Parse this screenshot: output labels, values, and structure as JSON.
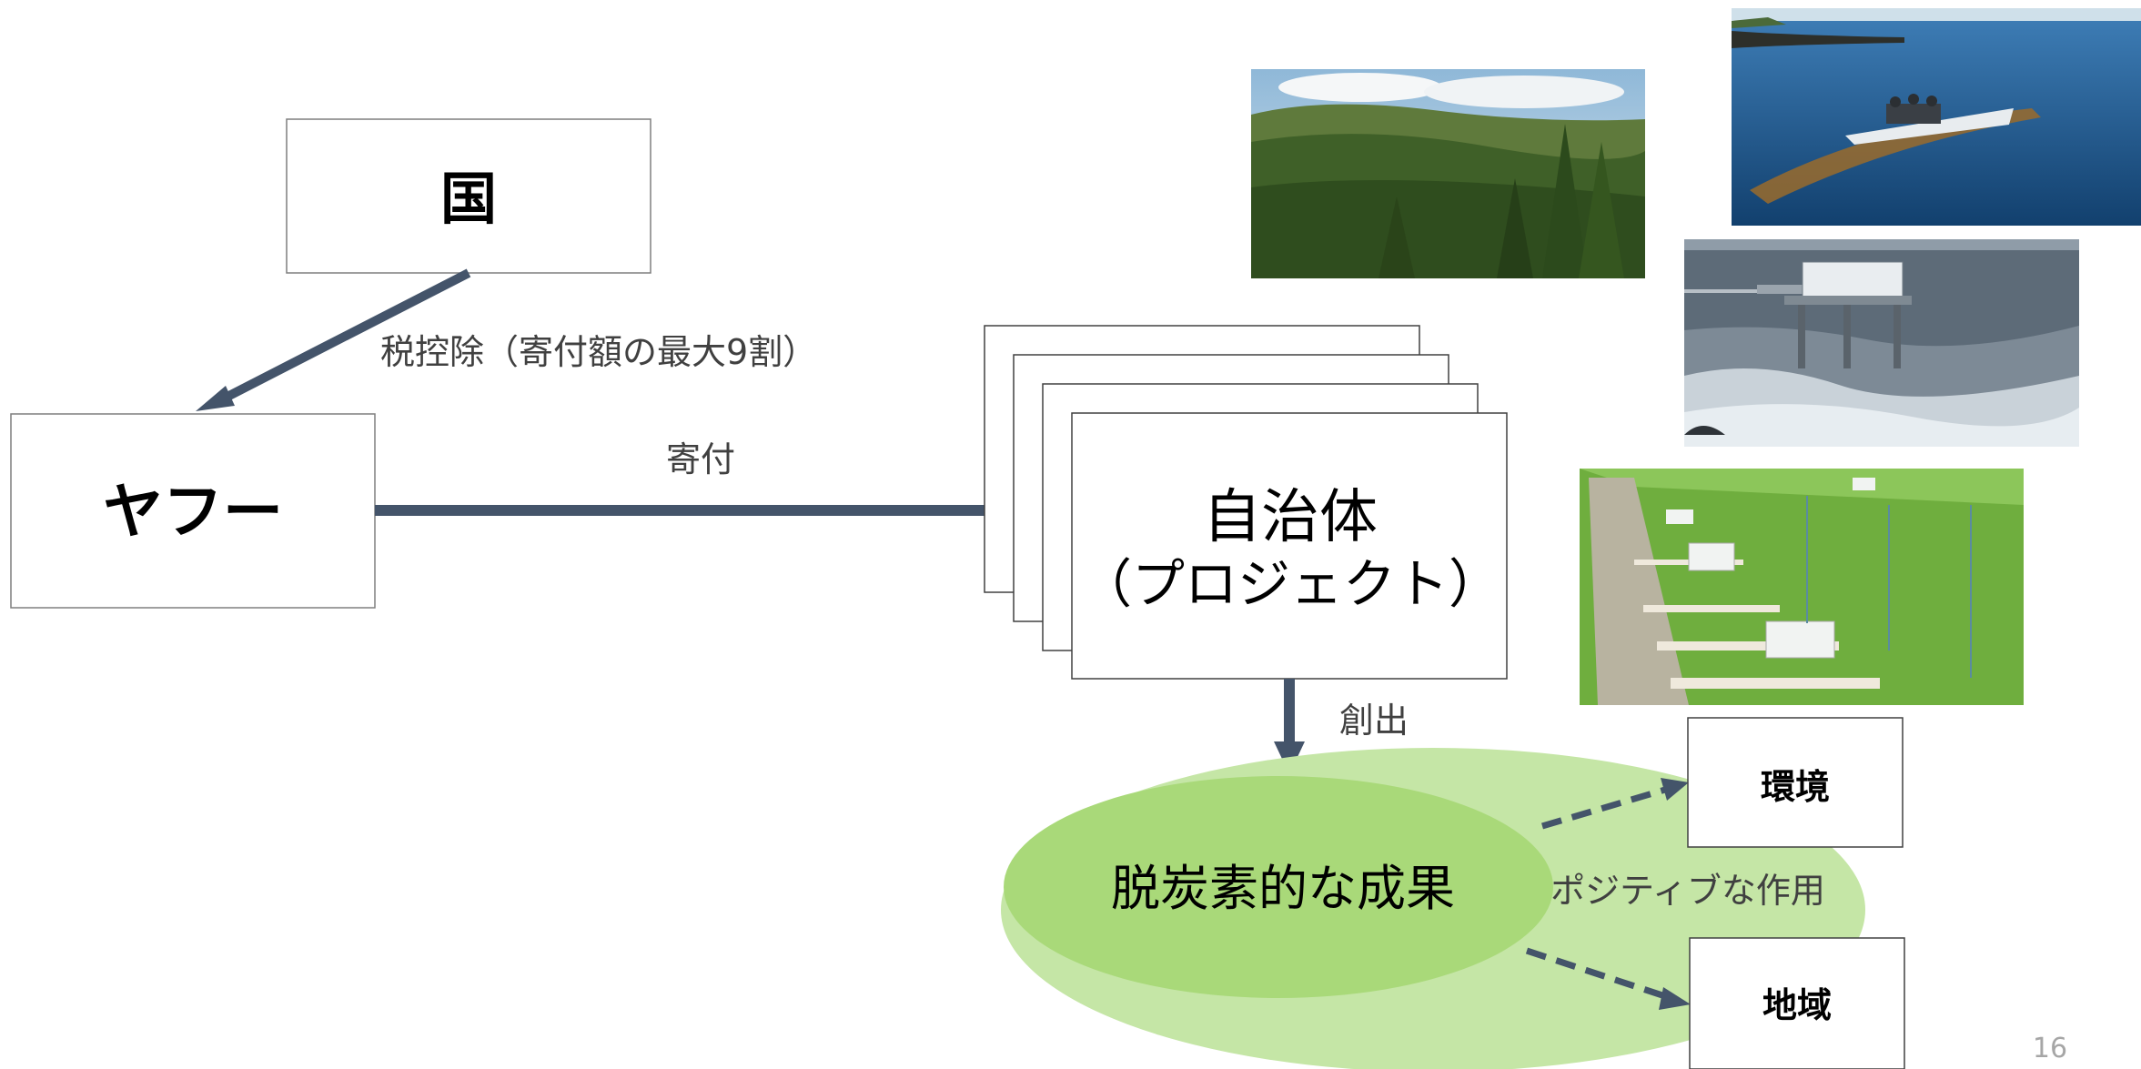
{
  "nodes": {
    "country": "国",
    "yahoo": "ヤフー",
    "municipality_line1": "自治体",
    "municipality_line2": "（プロジェクト）",
    "outcome": "脱炭素的な成果",
    "environment": "環境",
    "region": "地域"
  },
  "edges": {
    "tax_deduction": "税控除（寄付額の最大9割）",
    "donation": "寄付",
    "creation": "創出",
    "positive_effect": "ポジティブな作用"
  },
  "page_number": "16",
  "colors": {
    "arrow": "#44546a",
    "outer_ellipse": "#c5e6a6",
    "inner_ellipse": "#a9d979"
  },
  "photos": [
    "forest-photo",
    "seaweed-boat-photo",
    "wave-power-platform-photo",
    "rice-paddy-photo"
  ]
}
